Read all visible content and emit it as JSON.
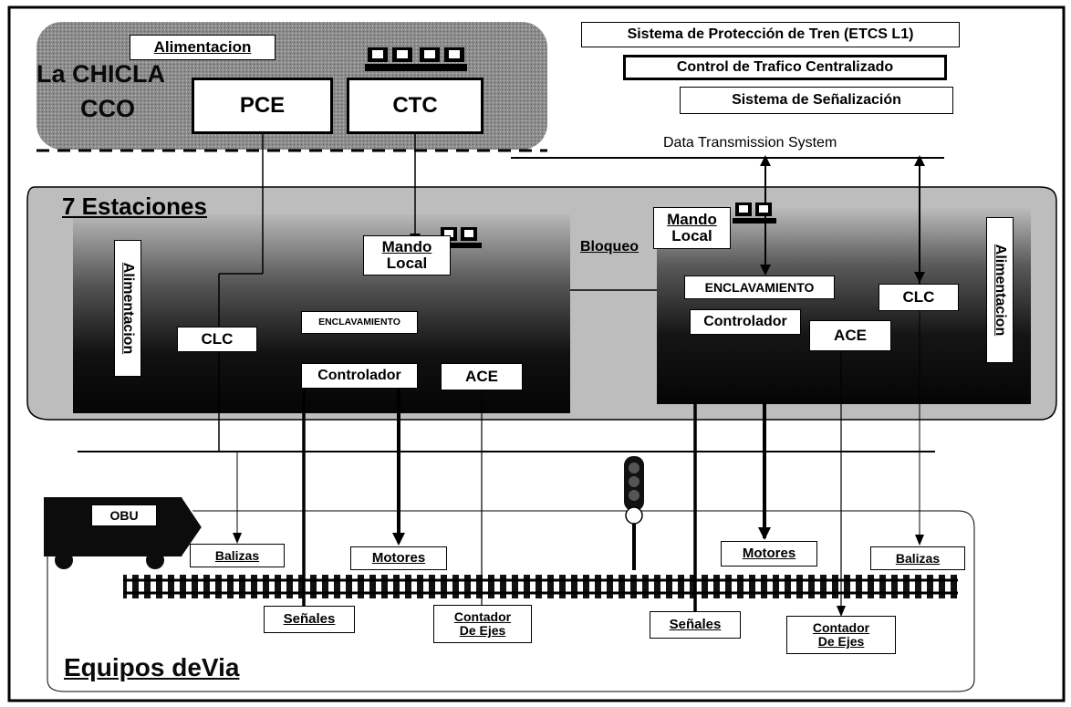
{
  "colors": {
    "background": "#ffffff",
    "dark": "#111111",
    "grey": "#9c9c9c",
    "line": "#000000"
  },
  "central": {
    "name_line1": "La CHICLA",
    "name_line2": "CCO",
    "power_label": "Alimentacion",
    "pce_label": "PCE",
    "ctc_label": "CTC",
    "icon": "computer-terminals-icon"
  },
  "legend": {
    "item1": "Sistema de Protección de Tren (ETCS L1)",
    "item2": "Control de Trafico Centralizado",
    "item3": "Sistema de Señalización"
  },
  "transmission": {
    "label": "Data Transmission System"
  },
  "stations": {
    "title": "7 Estaciones",
    "bloqueo": "Bloqueo",
    "left": {
      "power": "Alimentacion",
      "mando_line1": "Mando",
      "mando_line2": "Local",
      "clc": "CLC",
      "interlocking": "ENCLAVAMIENTO",
      "controller": "Controlador",
      "ace": "ACE"
    },
    "right": {
      "power": "Alimentacion",
      "mando_line1": "Mando",
      "mando_line2": "Local",
      "clc": "CLC",
      "interlocking": "ENCLAVAMIENTO",
      "controller": "Controlador",
      "ace": "ACE"
    }
  },
  "track": {
    "title": "Equipos deVia",
    "obu": "OBU",
    "balizas_left": "Balizas",
    "balizas_right": "Balizas",
    "motores_left": "Motores",
    "motores_right": "Motores",
    "senales_left": "Señales",
    "senales_right": "Señales",
    "contador_left_line1": "Contador",
    "contador_left_line2": "De Ejes",
    "contador_right_line1": "Contador",
    "contador_right_line2": "De Ejes",
    "signal_icon": "traffic-signal-icon"
  }
}
